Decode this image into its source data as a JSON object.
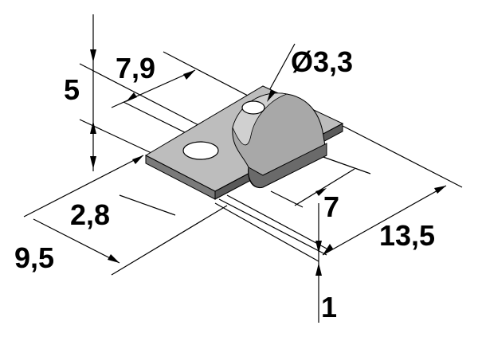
{
  "drawing": {
    "dimensions": {
      "hole_diameter": "Ø3,3",
      "slot_width": "7,9",
      "height": "5",
      "hole_offset": "2,8",
      "width": "9,5",
      "tab_width": "7",
      "length": "13,5",
      "thickness": "1"
    },
    "colors": {
      "part_top": "#bdbdbd",
      "part_side": "#7a7a7a",
      "part_dark": "#4a4a4a"
    }
  }
}
